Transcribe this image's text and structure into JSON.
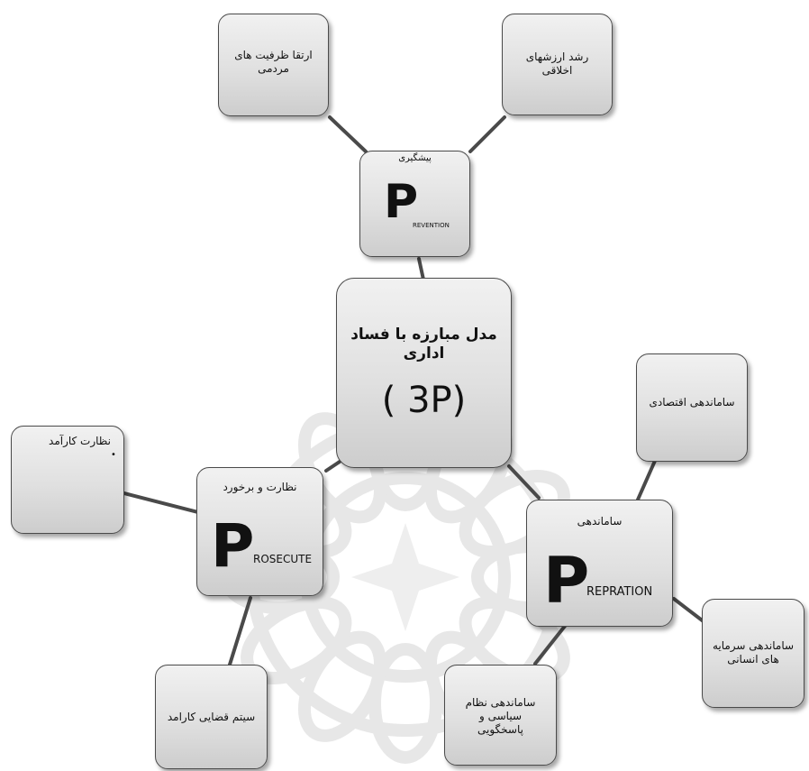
{
  "hub": {
    "title": "مدل مبارزه با فساد اداری",
    "code": "( 3P)"
  },
  "prevention": {
    "title": "پیشگیری",
    "letter": "P",
    "rest": "REVENTION",
    "children": [
      "ارتقا ظرفیت های مردمی",
      "رشد ارزشهای اخلاقی"
    ]
  },
  "prosecute": {
    "title": "نظارت و برخورد",
    "letter": "P",
    "rest": "ROSECUTE",
    "children": [
      "نظارت کارآمد",
      "سیتم قضایی کارامد"
    ],
    "bullet": "•"
  },
  "repration": {
    "title": "ساماندهی",
    "letter": "P",
    "rest": "REPRATION",
    "children": [
      "ساماندهی اقتصادی",
      "ساماندهی سرمایه های انسانی",
      "ساماندهی نظام سیاسی و پاسخگویی"
    ]
  },
  "colors": {
    "border": "#4a4a4a",
    "fill": "#e0e0e0",
    "line": "#4a4a4a"
  }
}
